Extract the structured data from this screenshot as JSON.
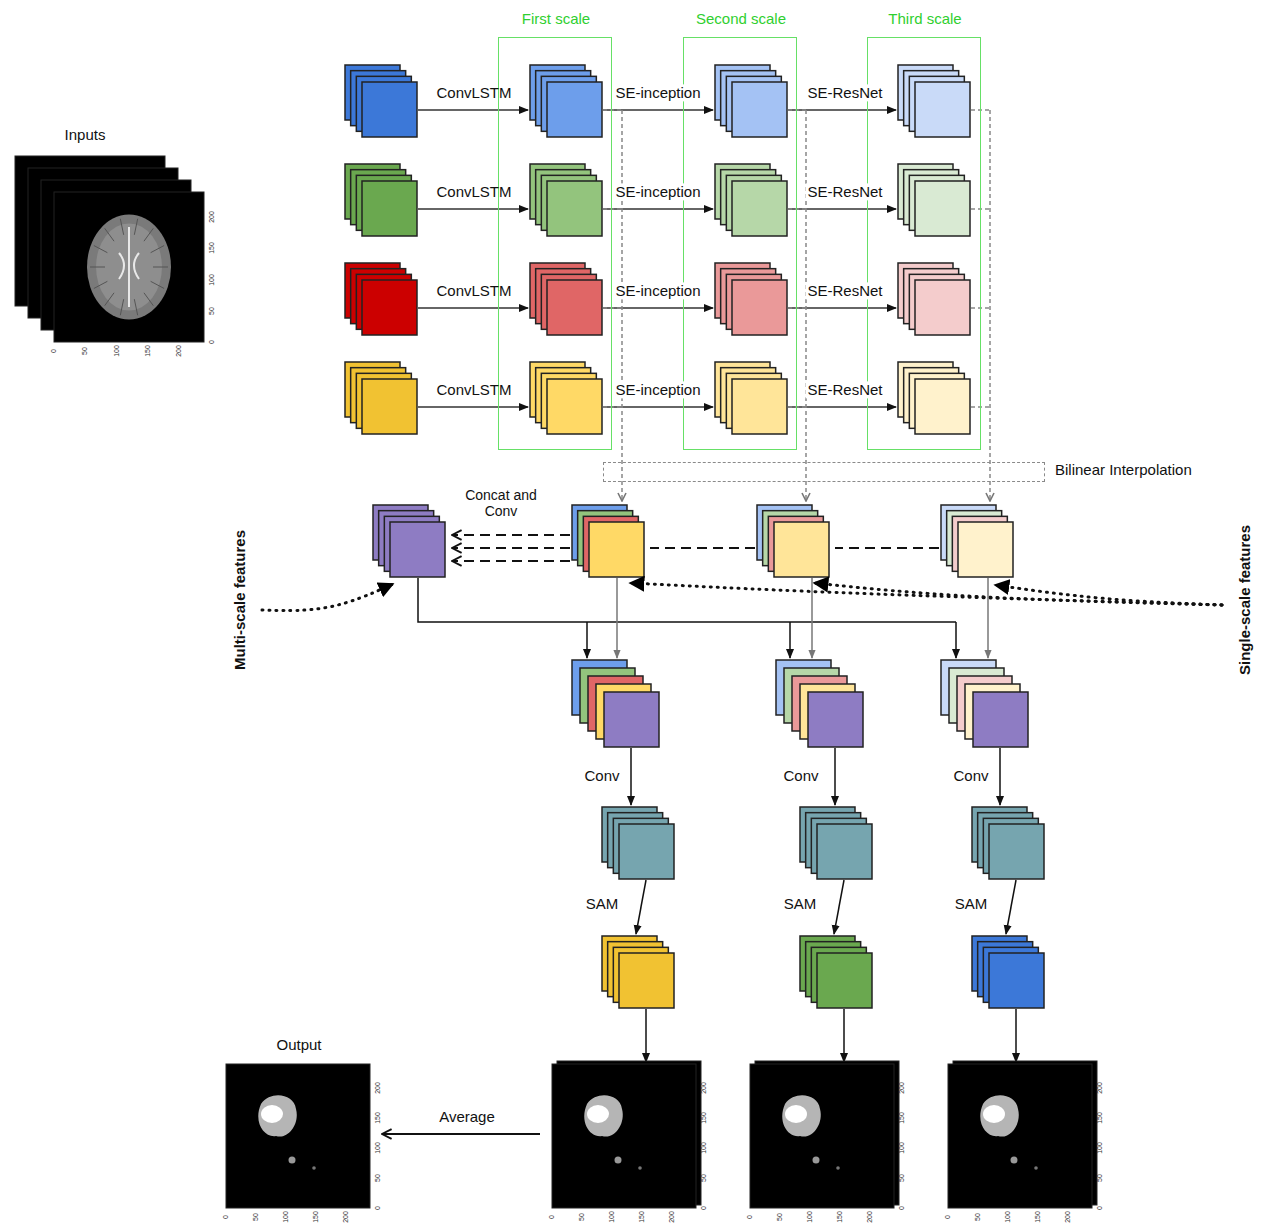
{
  "diagram": {
    "nodes": [
      {
        "text": [
          "Inputs"
        ]
      },
      {
        "text": [
          "First scale"
        ]
      },
      {
        "text": [
          "Second scale"
        ]
      },
      {
        "text": [
          "Third scale"
        ]
      },
      {
        "text": [
          "Bilinear Interpolation"
        ]
      },
      {
        "text": [
          "Output"
        ]
      }
    ],
    "labels": [
      "ConvLSTM",
      "ConvLSTM",
      "ConvLSTM",
      "ConvLSTM",
      "SE-inception",
      "SE-inception",
      "SE-inception",
      "SE-inception",
      "SE-ResNet",
      "SE-ResNet",
      "SE-ResNet",
      "SE-ResNet",
      "Concat and Conv",
      "Multi-scale features",
      "Single-scale features",
      "Conv",
      "Conv",
      "Conv",
      "SAM",
      "SAM",
      "SAM",
      "Average",
      "0",
      "50",
      "100",
      "150",
      "200",
      "200",
      "150",
      "100",
      "50",
      "0",
      "0",
      "50",
      "100",
      "150",
      "200",
      "200",
      "150",
      "100",
      "50",
      "0",
      "0",
      "50",
      "100",
      "150",
      "200",
      "200",
      "150",
      "100",
      "50",
      "0",
      "0",
      "50",
      "100",
      "150",
      "200",
      "200",
      "150",
      "100",
      "50",
      "0",
      "0",
      "50",
      "100",
      "150",
      "200",
      "200",
      "150",
      "100",
      "50",
      "0"
    ]
  }
}
